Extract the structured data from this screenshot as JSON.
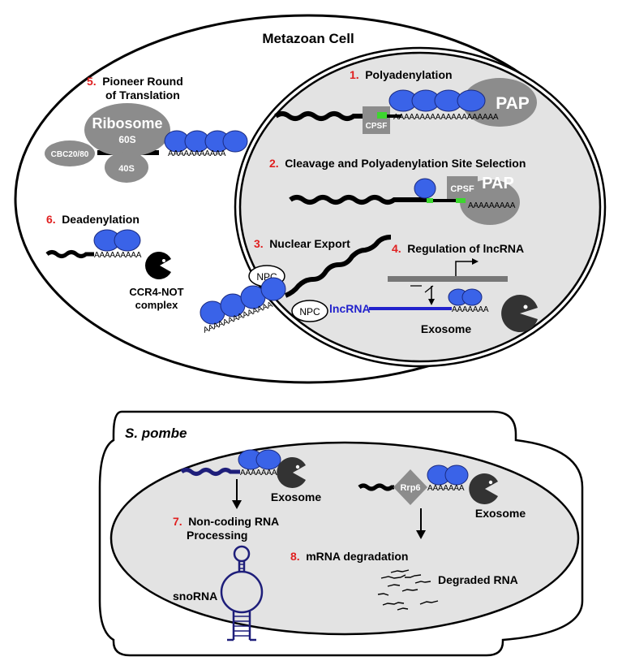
{
  "colors": {
    "number_red": "#e02020",
    "pabp_blue": "#3a63e8",
    "nucleus_gray": "#e3e3e3",
    "protein_gray": "#8c8c8c",
    "cpsf_green": "#3dd62f",
    "lncrna_blue": "#2222cc",
    "exosome_dark": "#333333",
    "snorna_navy": "#1e1e7a"
  },
  "metazoan": {
    "title": "Metazoan Cell",
    "steps": [
      {
        "num": "1.",
        "label": "Polyadenylation"
      },
      {
        "num": "2.",
        "label": "Cleavage and Polyadenylation Site Selection"
      },
      {
        "num": "3.",
        "label": "Nuclear Export"
      },
      {
        "num": "4.",
        "label": "Regulation of lncRNA"
      },
      {
        "num": "5.",
        "label_line1": "Pioneer Round",
        "label_line2": "of Translation"
      },
      {
        "num": "6.",
        "label": "Deadenylation"
      }
    ],
    "labels": {
      "pap1": "PAP",
      "cpsf1": "CPSF",
      "tail1": "AAAAAAAAAAAAAAAAAAAA",
      "pap2": "PAP",
      "cpsf2": "CPSF",
      "tail2": "AAAAAAAAA",
      "npc_top": "NPC",
      "npc_bottom": "NPC",
      "tail3": "AAAAAAAAAAAAAA",
      "lncrna": "lncRNA",
      "tail4": "AAAAAAA",
      "exosome": "Exosome",
      "ribosome": "Ribosome",
      "sub60": "60S",
      "sub40": "40S",
      "cbc": "CBC20/80",
      "tail5": "AAAAAAAAAAA",
      "tail6": "AAAAAAAAA",
      "ccr4_line1": "CCR4-NOT",
      "ccr4_line2": "complex"
    }
  },
  "pombe": {
    "title": "S. pombe",
    "steps": [
      {
        "num": "7.",
        "label_line1": "Non-coding RNA",
        "label_line2": "Processing"
      },
      {
        "num": "8.",
        "label": "mRNA degradation"
      }
    ],
    "labels": {
      "tail7": "AAAAAAAA",
      "exosome7": "Exosome",
      "snorna": "snoRNA",
      "rrp6": "Rrp6",
      "tail8": "AAAAAAA",
      "exosome8": "Exosome",
      "degraded": "Degraded RNA"
    }
  }
}
